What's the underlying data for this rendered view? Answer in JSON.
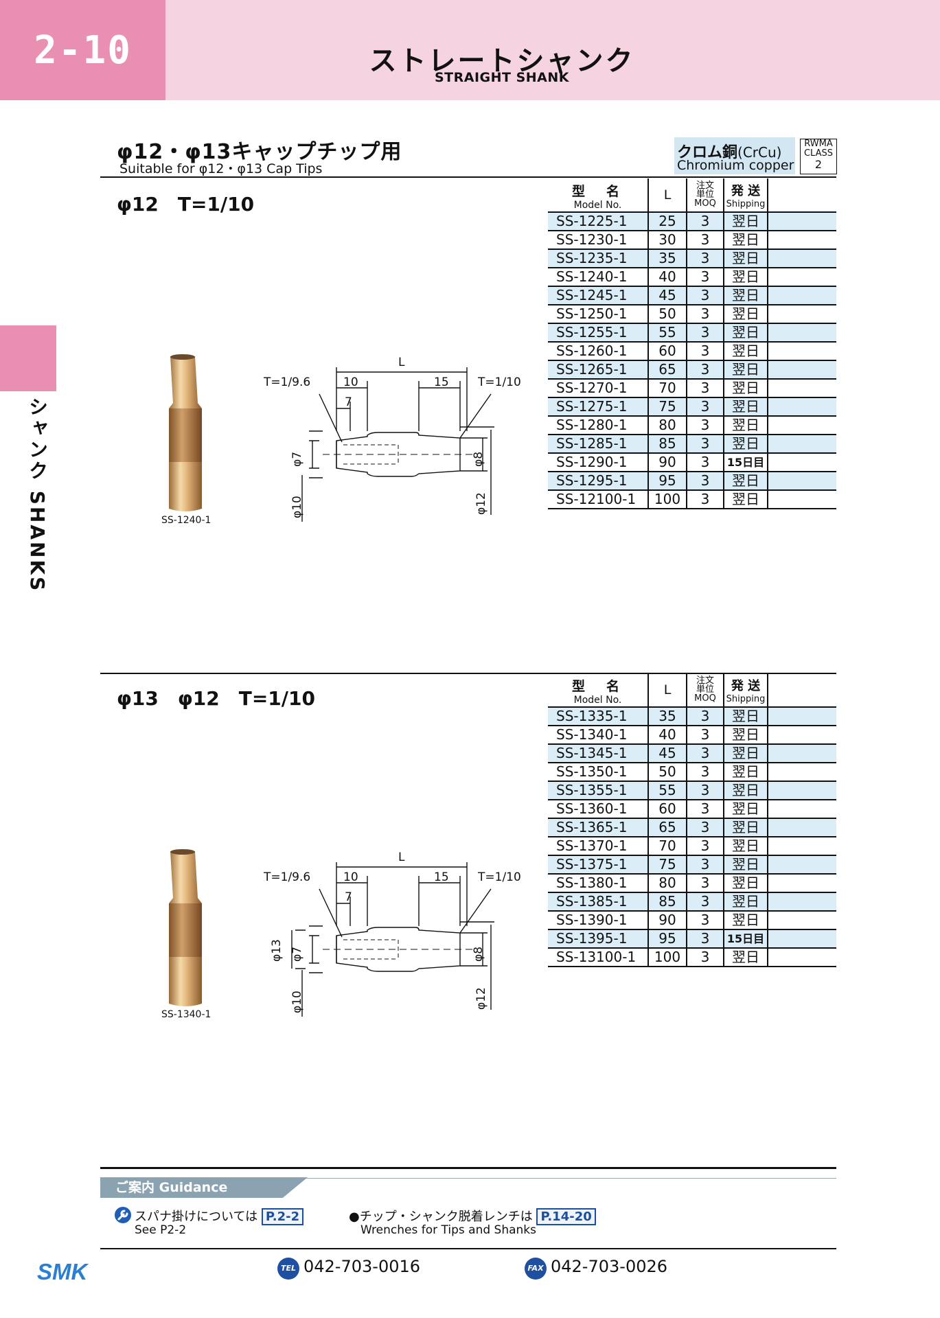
{
  "header": {
    "section_number": "2-10",
    "title_jp": "ストレートシャンク",
    "title_en": "STRAIGHT SHANK"
  },
  "side_tab": {
    "label": "シャンク SHANKS"
  },
  "section": {
    "title_jp": "φ12・φ13キャップチップ用",
    "subtitle_en": "Suitable for φ12・φ13 Cap Tips",
    "material_jp": "クロム銅",
    "material_symbol": "(CrCu)",
    "material_en": "Chromium copper",
    "rwma": [
      "RWMA",
      "CLASS",
      "2"
    ]
  },
  "table_headers": {
    "model_jp": "型　名",
    "model_en": "Model No.",
    "length": "L",
    "moq_jp1": "注文",
    "moq_jp2": "単位",
    "moq_en": "MOQ",
    "ship_jp": "発 送",
    "ship_en": "Shipping"
  },
  "groups": [
    {
      "title": "φ12　T=1/10",
      "photo_caption": "SS-1240-1",
      "drawing": {
        "L": "L",
        "t1": "T=1/9.6",
        "d10": "10",
        "d15": "15",
        "t2": "T=1/10",
        "d7": "7",
        "phi7": "φ7",
        "phi8": "φ8",
        "phi10": "φ10",
        "phi12": "φ12",
        "phi13": ""
      },
      "rows": [
        {
          "model": "SS-1225-1",
          "L": "25",
          "moq": "3",
          "ship": "翌日"
        },
        {
          "model": "SS-1230-1",
          "L": "30",
          "moq": "3",
          "ship": "翌日"
        },
        {
          "model": "SS-1235-1",
          "L": "35",
          "moq": "3",
          "ship": "翌日"
        },
        {
          "model": "SS-1240-1",
          "L": "40",
          "moq": "3",
          "ship": "翌日"
        },
        {
          "model": "SS-1245-1",
          "L": "45",
          "moq": "3",
          "ship": "翌日"
        },
        {
          "model": "SS-1250-1",
          "L": "50",
          "moq": "3",
          "ship": "翌日"
        },
        {
          "model": "SS-1255-1",
          "L": "55",
          "moq": "3",
          "ship": "翌日"
        },
        {
          "model": "SS-1260-1",
          "L": "60",
          "moq": "3",
          "ship": "翌日"
        },
        {
          "model": "SS-1265-1",
          "L": "65",
          "moq": "3",
          "ship": "翌日"
        },
        {
          "model": "SS-1270-1",
          "L": "70",
          "moq": "3",
          "ship": "翌日"
        },
        {
          "model": "SS-1275-1",
          "L": "75",
          "moq": "3",
          "ship": "翌日"
        },
        {
          "model": "SS-1280-1",
          "L": "80",
          "moq": "3",
          "ship": "翌日"
        },
        {
          "model": "SS-1285-1",
          "L": "85",
          "moq": "3",
          "ship": "翌日"
        },
        {
          "model": "SS-1290-1",
          "L": "90",
          "moq": "3",
          "ship": "15日目"
        },
        {
          "model": "SS-1295-1",
          "L": "95",
          "moq": "3",
          "ship": "翌日"
        },
        {
          "model": "SS-12100-1",
          "L": "100",
          "moq": "3",
          "ship": "翌日"
        }
      ]
    },
    {
      "title": "φ13　φ12　T=1/10",
      "photo_caption": "SS-1340-1",
      "drawing": {
        "L": "L",
        "t1": "T=1/9.6",
        "d10": "10",
        "d15": "15",
        "t2": "T=1/10",
        "d7": "7",
        "phi7": "φ7",
        "phi8": "φ8",
        "phi10": "φ10",
        "phi12": "φ12",
        "phi13": "φ13"
      },
      "rows": [
        {
          "model": "SS-1335-1",
          "L": "35",
          "moq": "3",
          "ship": "翌日"
        },
        {
          "model": "SS-1340-1",
          "L": "40",
          "moq": "3",
          "ship": "翌日"
        },
        {
          "model": "SS-1345-1",
          "L": "45",
          "moq": "3",
          "ship": "翌日"
        },
        {
          "model": "SS-1350-1",
          "L": "50",
          "moq": "3",
          "ship": "翌日"
        },
        {
          "model": "SS-1355-1",
          "L": "55",
          "moq": "3",
          "ship": "翌日"
        },
        {
          "model": "SS-1360-1",
          "L": "60",
          "moq": "3",
          "ship": "翌日"
        },
        {
          "model": "SS-1365-1",
          "L": "65",
          "moq": "3",
          "ship": "翌日"
        },
        {
          "model": "SS-1370-1",
          "L": "70",
          "moq": "3",
          "ship": "翌日"
        },
        {
          "model": "SS-1375-1",
          "L": "75",
          "moq": "3",
          "ship": "翌日"
        },
        {
          "model": "SS-1380-1",
          "L": "80",
          "moq": "3",
          "ship": "翌日"
        },
        {
          "model": "SS-1385-1",
          "L": "85",
          "moq": "3",
          "ship": "翌日"
        },
        {
          "model": "SS-1390-1",
          "L": "90",
          "moq": "3",
          "ship": "翌日"
        },
        {
          "model": "SS-1395-1",
          "L": "95",
          "moq": "3",
          "ship": "15日目"
        },
        {
          "model": "SS-13100-1",
          "L": "100",
          "moq": "3",
          "ship": "翌日"
        }
      ]
    }
  ],
  "guidance": {
    "label": "ご案内 Guidance",
    "item1_jp": "スパナ掛けについては",
    "item1_ref": "P.2-2",
    "item1_en": "See P2-2",
    "item2_jp": "●チップ・シャンク脱着レンチは",
    "item2_ref": "P.14-20",
    "item2_en": "Wrenches for Tips and Shanks"
  },
  "footer": {
    "logo": "SMK",
    "tel_badge": "TEL",
    "tel": "042-703-0016",
    "fax_badge": "FAX",
    "fax": "042-703-0026"
  },
  "colors": {
    "header_bg": "#f5d3e0",
    "accent_pink": "#e98fb2",
    "row_alt": "#dbeef8",
    "guidance_bar": "#8ba2b1",
    "logo_blue": "#2a7fd4"
  }
}
